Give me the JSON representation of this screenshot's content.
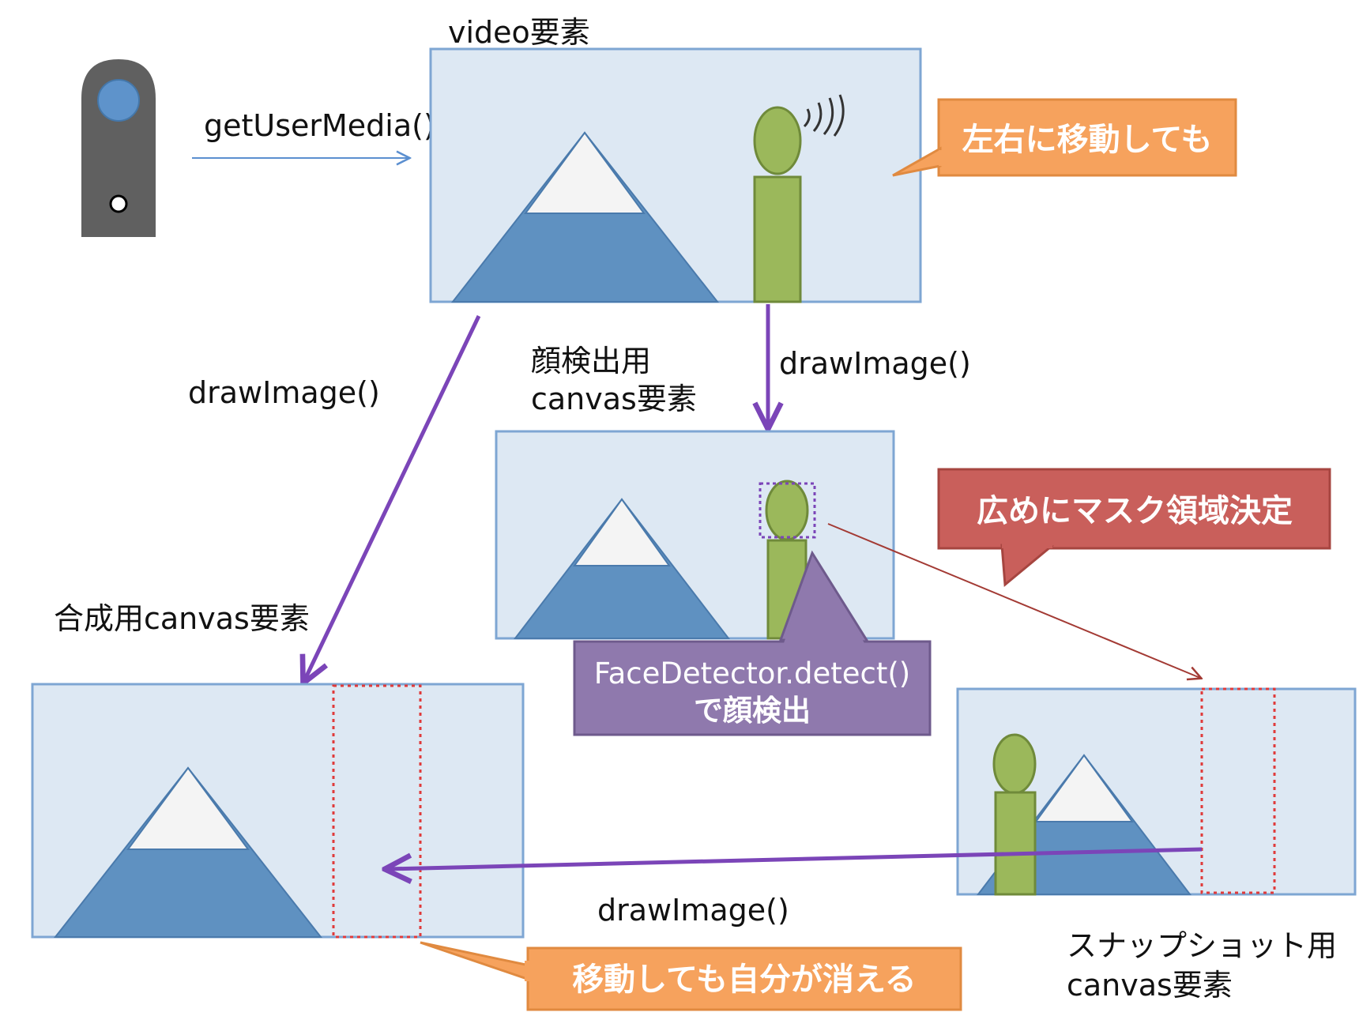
{
  "labels": {
    "video_element": "video要素",
    "get_user_media": "getUserMedia()",
    "draw_image_left": "drawImage()",
    "draw_image_center": "drawImage()",
    "draw_image_bottom": "drawImage()",
    "face_canvas_line1": "顔検出用",
    "face_canvas_line2": "canvas要素",
    "composite_canvas": "合成用canvas要素",
    "snapshot_canvas_line1": "スナップショット用",
    "snapshot_canvas_line2": "canvas要素"
  },
  "callouts": {
    "move_lr": "左右に移動しても",
    "mask_region": "広めにマスク領域決定",
    "face_detect_line1": "FaceDetector.detect()",
    "face_detect_line2": "で顔検出",
    "self_disappears": "移動しても自分が消える"
  },
  "colors": {
    "frame_fill": "#dde8f3",
    "frame_stroke": "#7ea6d3",
    "mountain": "#5f91c1",
    "snow": "#f4f4f4",
    "person": "#9bb85b",
    "arrow_purple": "#7b45b8",
    "arrow_blue": "#5b8fd0",
    "arrow_red": "#a33a34",
    "callout_orange": "#f6a25d",
    "callout_red": "#c95f5b",
    "callout_purple": "#8f79ad",
    "camera_body": "#606060",
    "camera_lens": "#5e93cb"
  }
}
